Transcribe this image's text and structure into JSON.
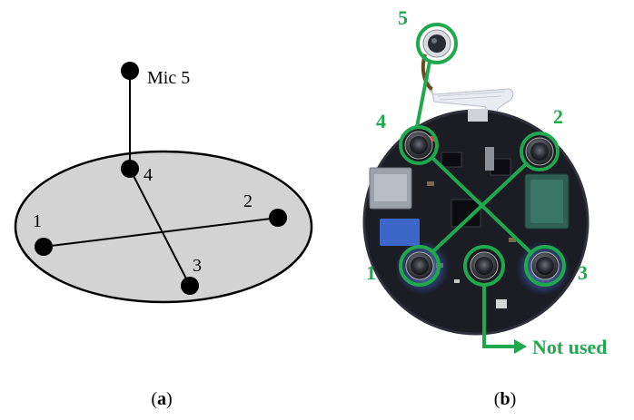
{
  "panel_a": {
    "caption_open": "(",
    "caption_letter": "a",
    "caption_close": ")",
    "labels": {
      "mic1": "1",
      "mic2": "2",
      "mic3": "3",
      "mic4": "4",
      "mic5": "Mic 5"
    },
    "colors": {
      "board_fill": "#d3d3d3",
      "outline": "#000000"
    }
  },
  "panel_b": {
    "caption_open": "(",
    "caption_letter": "b",
    "caption_close": ")",
    "labels": {
      "mic1": "1",
      "mic2": "2",
      "mic3": "3",
      "mic4": "4",
      "mic5": "5",
      "not_used": "Not used"
    },
    "colors": {
      "accent": "#1fa84d",
      "board": "#1c1c24",
      "led": "#2f6bff"
    }
  }
}
